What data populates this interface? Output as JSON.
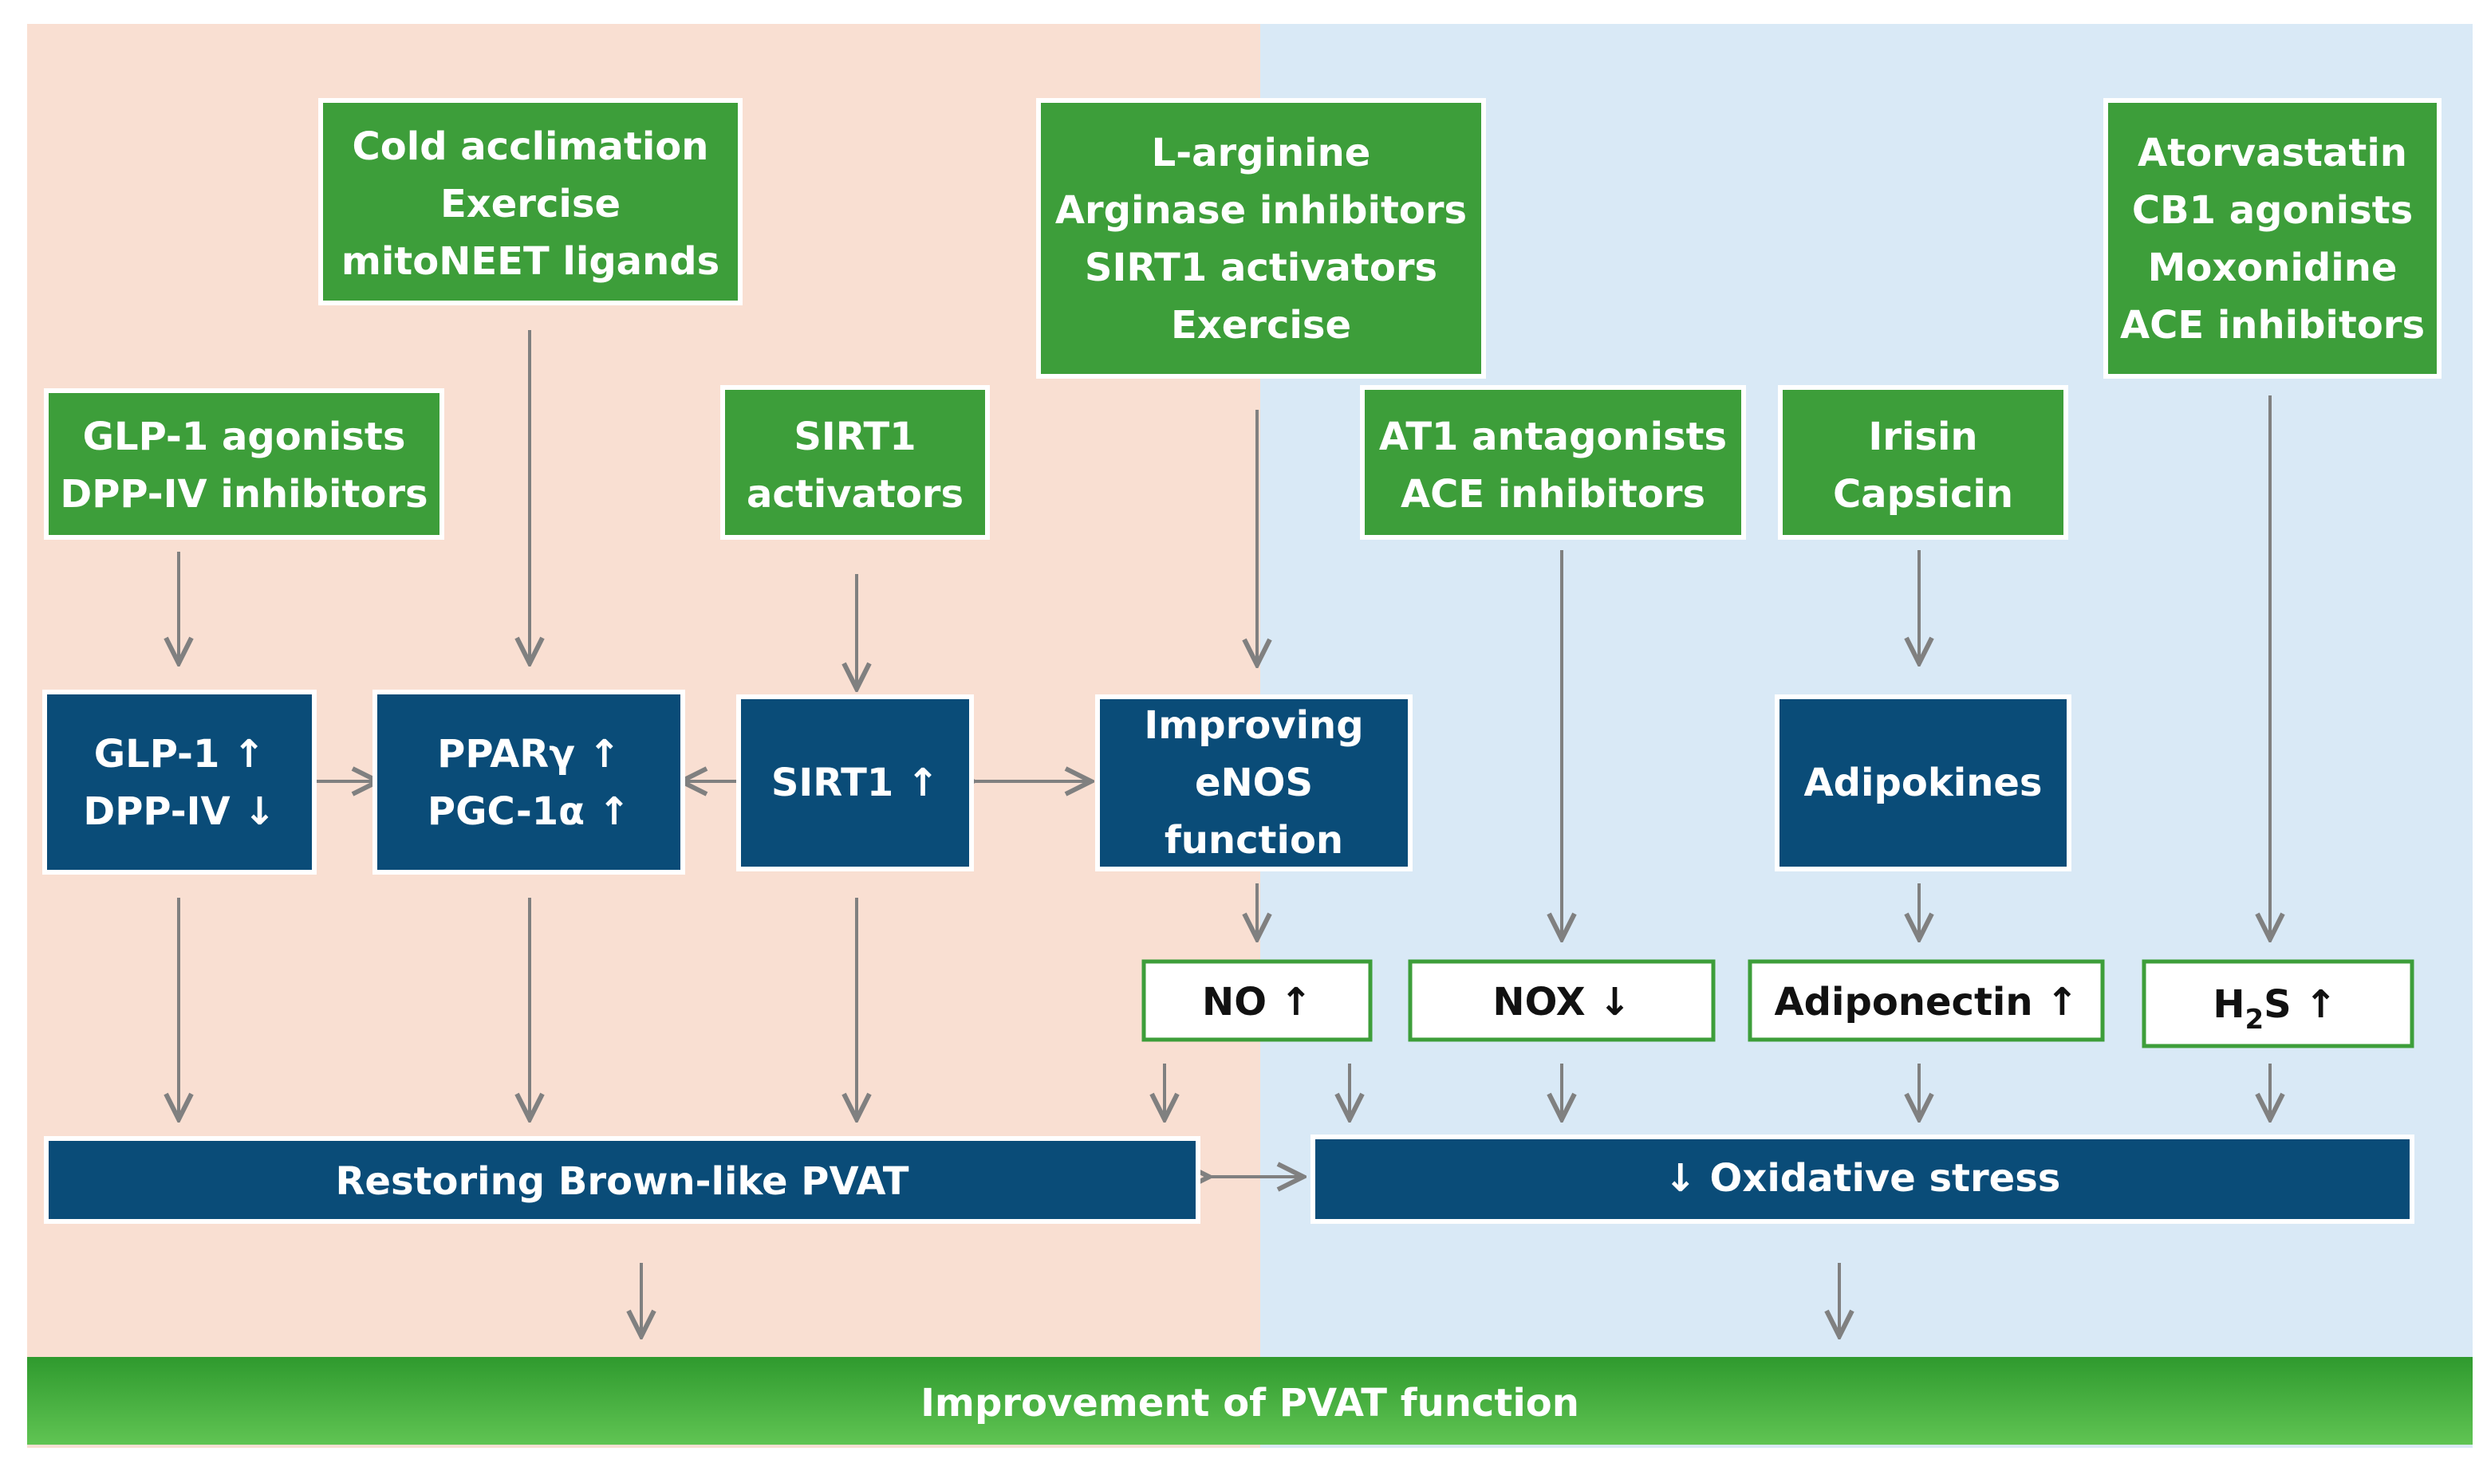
{
  "diagram": {
    "background_left_color": "#F9DFD2",
    "background_right_color": "#D9E9F6",
    "colors": {
      "green_box": "#3D9E3A",
      "navy_box": "#0A4C78",
      "arrow": "#808080",
      "outline_green": "#3D9E3A",
      "bottom_bar_start": "#2F9A2E",
      "bottom_bar_end": "#60C453"
    },
    "boxes": {
      "cold_acclimation": {
        "lines": [
          "Cold acclimation",
          "Exercise",
          "mitoNEET ligands"
        ]
      },
      "l_arginine": {
        "lines": [
          "L-arginine",
          "Arginase inhibitors",
          "SIRT1 activators",
          "Exercise"
        ]
      },
      "atorvastatin": {
        "lines": [
          "Atorvastatin",
          "CB1 agonists",
          "Moxonidine",
          "ACE inhibitors"
        ]
      },
      "glp1_agonists": {
        "lines": [
          "GLP-1 agonists",
          "DPP-IV inhibitors"
        ]
      },
      "sirt1_activators": {
        "lines": [
          "SIRT1",
          "activators"
        ]
      },
      "at1_antagonists": {
        "lines": [
          "AT1 antagonists",
          "ACE inhibitors"
        ]
      },
      "irisin": {
        "lines": [
          "Irisin",
          "Capsicin"
        ]
      },
      "glp1_dpp": {
        "lines": [
          "GLP-1 ↑",
          "DPP-IV ↓"
        ]
      },
      "ppar": {
        "lines": [
          "PPARγ ↑",
          "PGC-1α ↑"
        ]
      },
      "sirt1": {
        "lines": [
          "SIRT1 ↑"
        ]
      },
      "enos": {
        "lines": [
          "Improving",
          "eNOS",
          "function"
        ]
      },
      "adipokines": {
        "lines": [
          "Adipokines"
        ]
      },
      "no": {
        "text": "NO ↑"
      },
      "nox": {
        "text": "NOX ↓"
      },
      "adiponectin": {
        "text": "Adiponectin ↑"
      },
      "h2s": {
        "h": "H",
        "sub": "2",
        "rest": "S ↑"
      },
      "restoring": {
        "text": "Restoring Brown-like PVAT"
      },
      "oxidative": {
        "text": "↓ Oxidative stress"
      },
      "improvement": {
        "text": "Improvement of PVAT function"
      }
    }
  }
}
